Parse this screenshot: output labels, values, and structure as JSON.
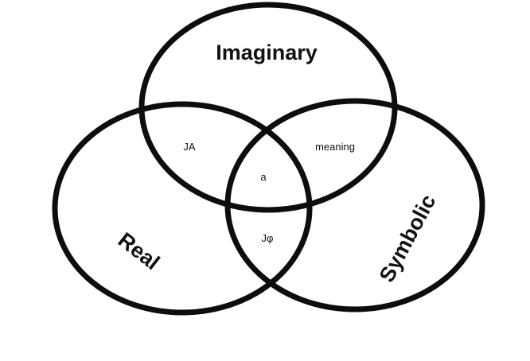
{
  "venn": {
    "sets": {
      "imaginary": "Imaginary",
      "real": "Real",
      "symbolic": "Symbolic"
    },
    "regions": {
      "imaginary_real": "JA",
      "imaginary_symbolic": "meaning",
      "center": "a",
      "real_symbolic": "Jφ"
    },
    "stroke_color": "#0d0d0d"
  }
}
